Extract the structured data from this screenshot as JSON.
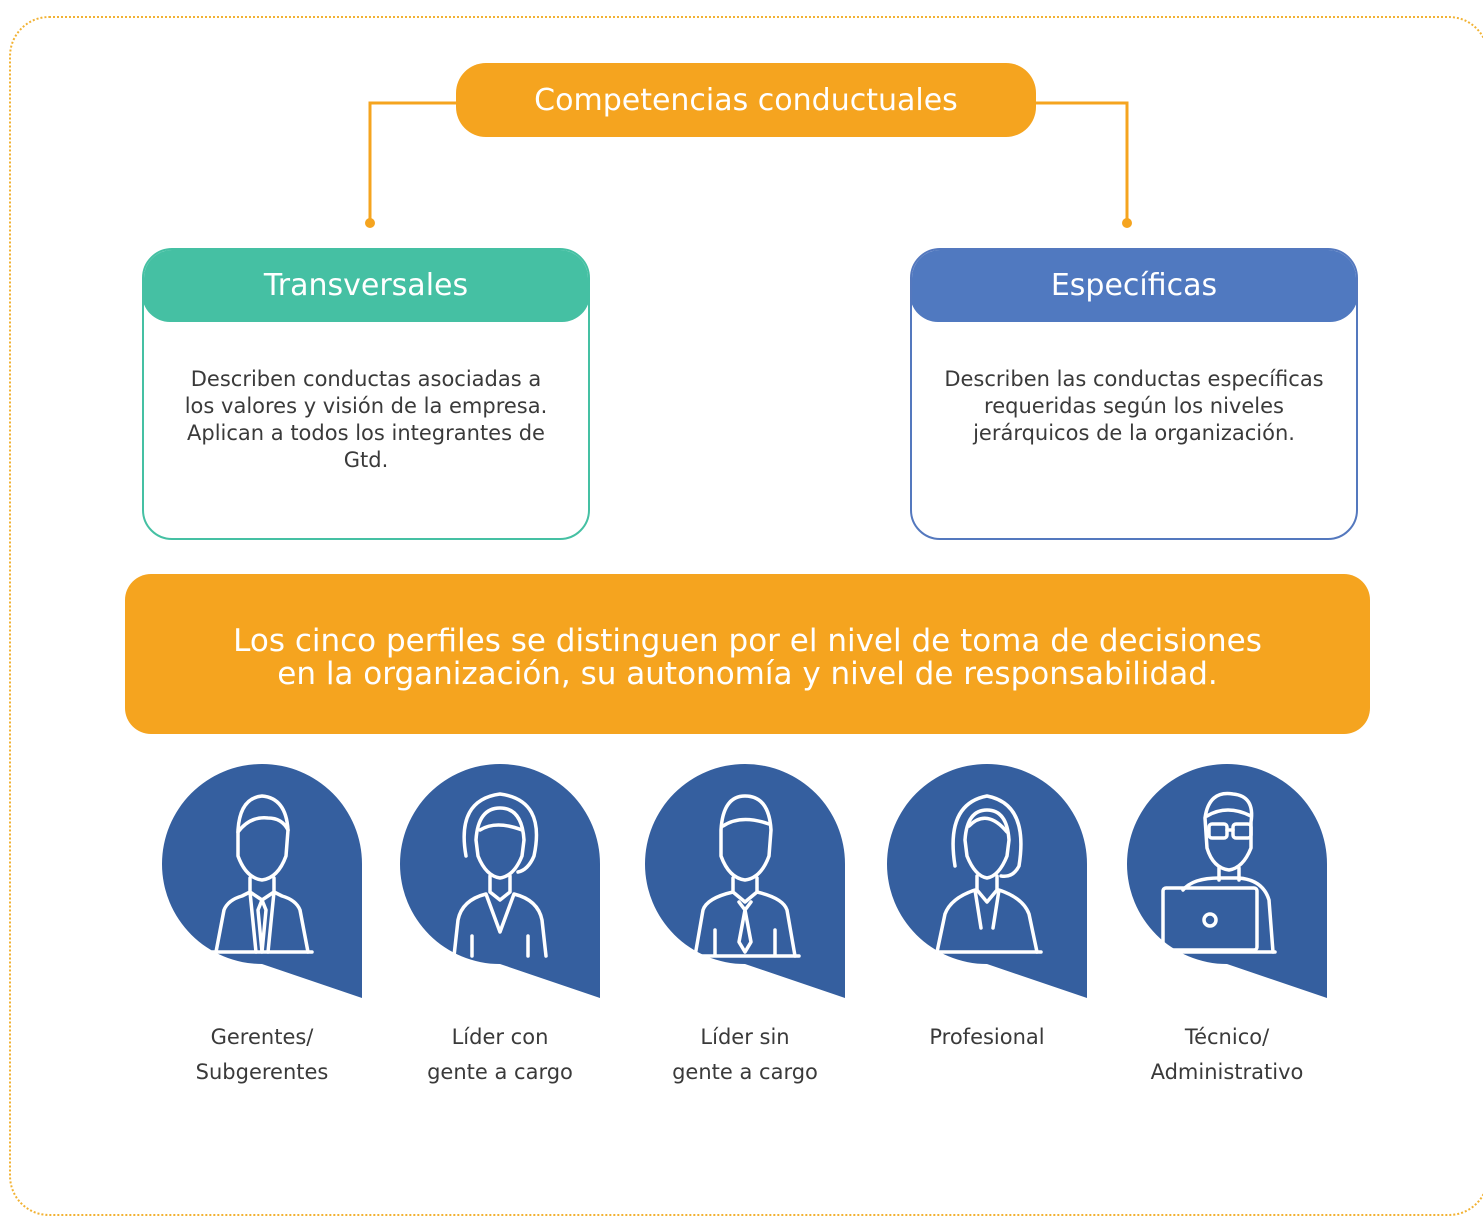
{
  "header": {
    "title": "Competencias conductuales"
  },
  "cards": [
    {
      "title": "Transversales",
      "body": "Describen conductas asociadas a los valores y visión de la empresa. Aplican a todos los integrantes de Gtd."
    },
    {
      "title": "Específicas",
      "body": "Describen las conductas específicas requeridas según los niveles jerárquicos de la organización."
    }
  ],
  "banner": {
    "line1": "Los cinco perfiles se distinguen por el nivel de toma de decisiones",
    "line2": "en la organización, su autonomía y nivel de responsabilidad."
  },
  "profiles": [
    {
      "line1": "Gerentes/",
      "line2": "Subgerentes",
      "icon": "manager-icon"
    },
    {
      "line1": "Líder con",
      "line2": "gente a cargo",
      "icon": "female-leader-icon"
    },
    {
      "line1": "Líder sin",
      "line2": "gente a cargo",
      "icon": "male-leader-icon"
    },
    {
      "line1": "Profesional",
      "line2": "",
      "icon": "professional-icon"
    },
    {
      "line1": "Técnico/",
      "line2": "Administrativo",
      "icon": "technician-icon"
    }
  ],
  "colors": {
    "orange": "#f5a41f",
    "green": "#45c0a3",
    "blue": "#5079c0",
    "navy": "#355f9f",
    "text": "#3a3a3a"
  }
}
